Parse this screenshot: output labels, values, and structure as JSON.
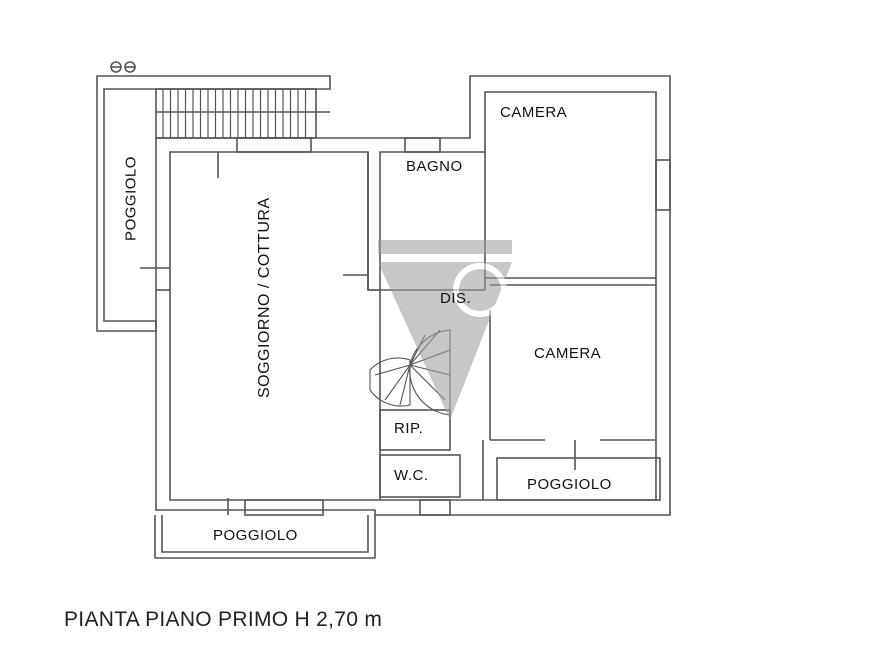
{
  "plan": {
    "rooms": {
      "camera_top": "CAMERA",
      "bagno": "BAGNO",
      "poggiolo_left": "POGGIOLO",
      "soggiorno": "SOGGIORNO / COTTURA",
      "dis": "DIS.",
      "camera_bottom": "CAMERA",
      "rip": "RIP.",
      "wc": "W.C.",
      "poggiolo_right": "POGGIOLO",
      "poggiolo_bottom": "POGGIOLO"
    },
    "caption": "PIANTA PIANO PRIMO H 2,70 m",
    "watermark_color": "#9a9a9a"
  }
}
